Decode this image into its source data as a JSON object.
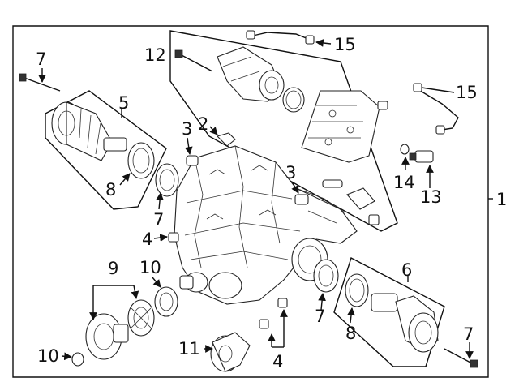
{
  "callouts": {
    "c1": "1",
    "c2": "2",
    "c3a": "3",
    "c3b": "3",
    "c4a": "4",
    "c4b": "4",
    "c5": "5",
    "c6": "6",
    "c7a": "7",
    "c7b": "7",
    "c7c": "7",
    "c7d": "7",
    "c8a": "8",
    "c8b": "8",
    "c9": "9",
    "c10a": "10",
    "c10b": "10",
    "c11": "11",
    "c12": "12",
    "c13": "13",
    "c14": "14",
    "c15a": "15",
    "c15b": "15"
  },
  "colors": {
    "line": "#111111",
    "part_fill": "#ffffff",
    "background": "#ffffff"
  }
}
